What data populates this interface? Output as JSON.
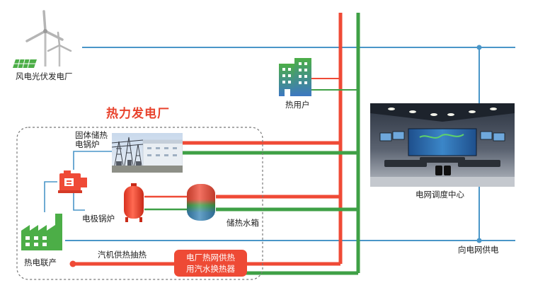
{
  "labels": {
    "wind_solar_plant": "风电光伏发电厂",
    "heat_user": "热用户",
    "thermal_plant_title": "热力发电厂",
    "solid_storage_boiler_line1": "固体储热",
    "solid_storage_boiler_line2": "电锅炉",
    "electrode_boiler": "电极锅炉",
    "heat_storage_tank": "储热水箱",
    "chp": "热电联产",
    "turbine_extraction": "汽机供热抽热",
    "heat_exchanger_line1": "电厂热网供热",
    "heat_exchanger_line2": "用汽水换热器",
    "dispatch_center": "电网调度中心",
    "grid_supply": "向电网供电"
  },
  "colors": {
    "power_line": "#4a96c8",
    "hot_pipe": "#ef4a36",
    "return_pipe": "#3fa046",
    "chp_green": "#4cae47",
    "title_red": "#e8432d"
  },
  "icons": {
    "wind_solar": "wind-turbine-solar-icon",
    "heat_user": "building-icon",
    "solid_boiler": "substation-photo",
    "electrode_boiler": "boiler-icon",
    "storage_tank": "storage-tank-icon",
    "chp": "factory-icon",
    "dispatch": "control-room-photo"
  }
}
